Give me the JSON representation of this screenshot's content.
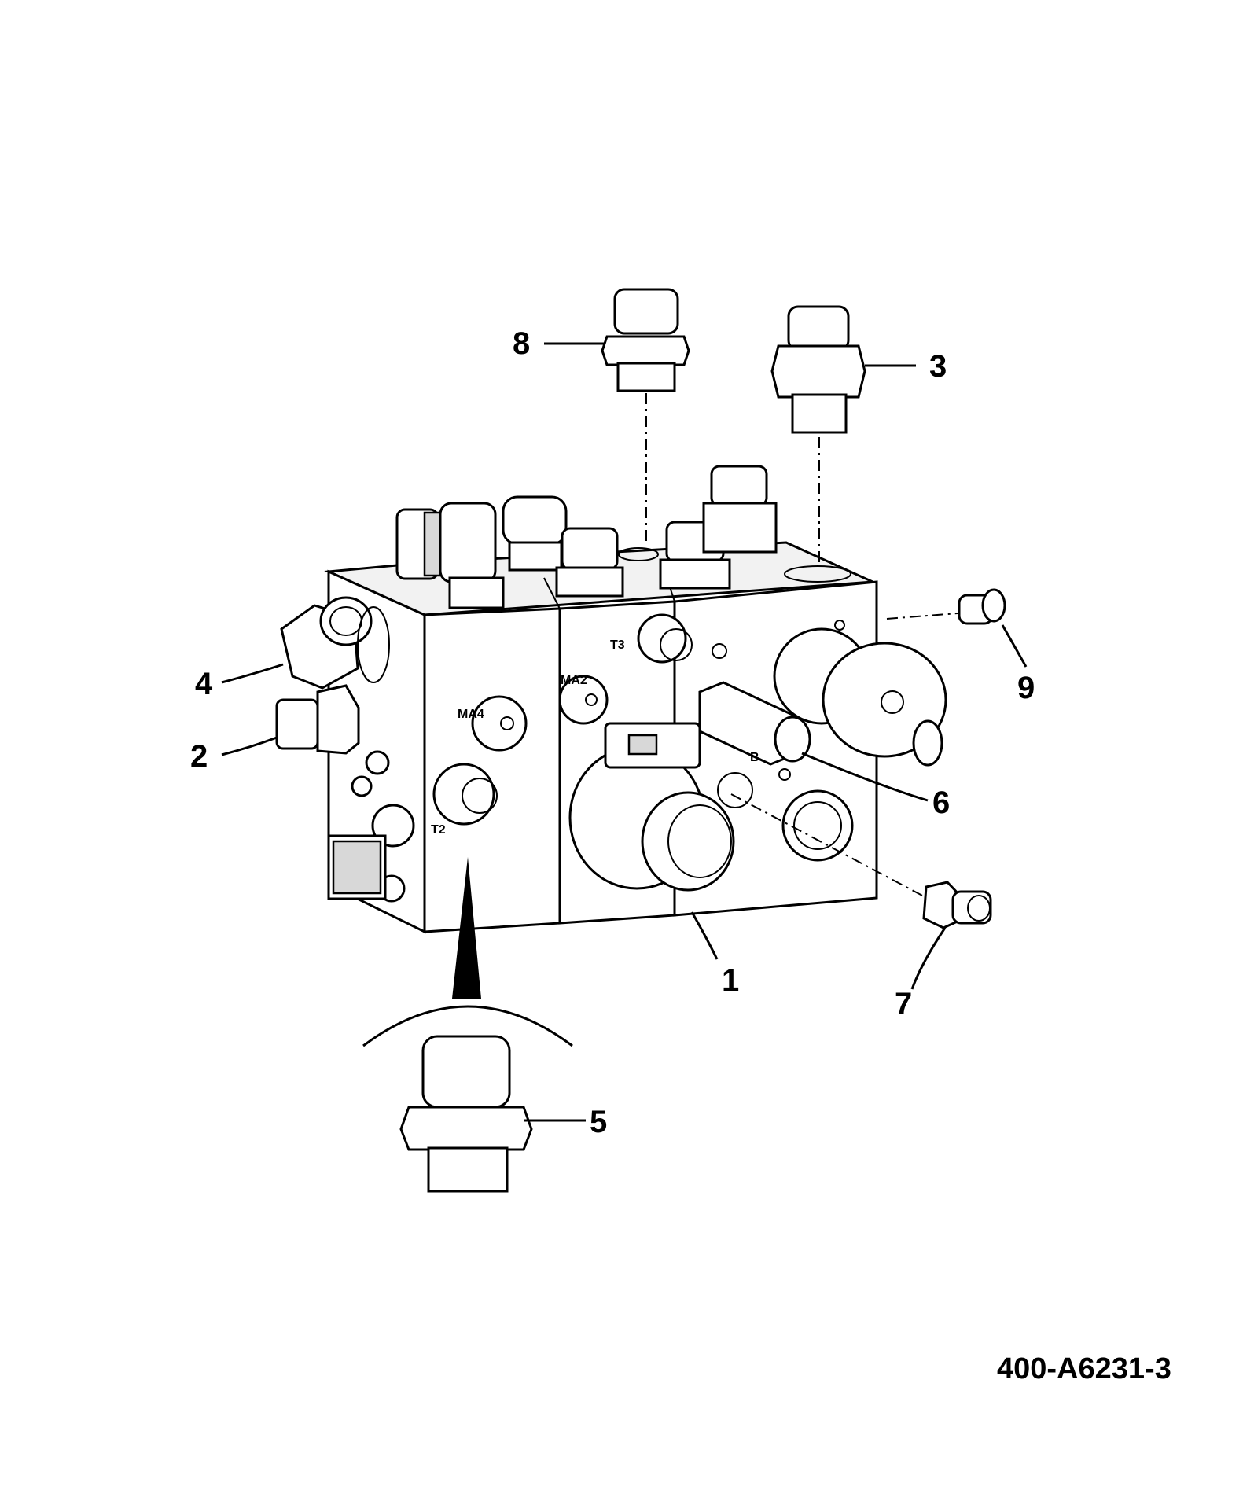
{
  "diagram": {
    "callouts": [
      {
        "id": "c1",
        "label": "1"
      },
      {
        "id": "c2",
        "label": "2"
      },
      {
        "id": "c3",
        "label": "3"
      },
      {
        "id": "c4",
        "label": "4"
      },
      {
        "id": "c5",
        "label": "5"
      },
      {
        "id": "c6",
        "label": "6"
      },
      {
        "id": "c7",
        "label": "7"
      },
      {
        "id": "c8",
        "label": "8"
      },
      {
        "id": "c9",
        "label": "9"
      }
    ],
    "port_labels": {
      "ma4": "MA4",
      "ma2": "MA2",
      "t3": "T3",
      "t2": "T2",
      "b": "B"
    },
    "document_id": "400-A6231-3"
  }
}
